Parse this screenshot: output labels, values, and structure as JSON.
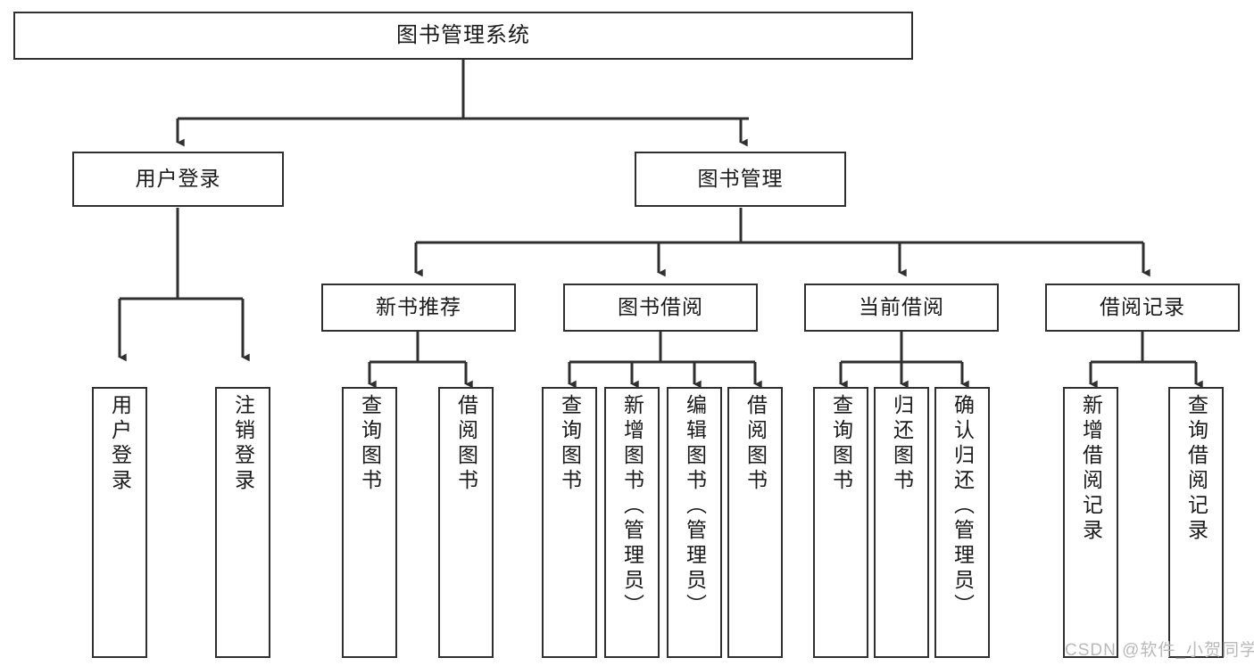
{
  "diagram": {
    "type": "tree-hierarchy-chart",
    "title": "图书管理系统",
    "levels": {
      "root": {
        "label": "图书管理系统"
      },
      "level2": [
        {
          "id": "user-login",
          "label": "用户登录"
        },
        {
          "id": "book-management",
          "label": "图书管理"
        }
      ],
      "level3": [
        {
          "id": "new-book-recommend",
          "label": "新书推荐",
          "parent": "book-management"
        },
        {
          "id": "book-borrow",
          "label": "图书借阅",
          "parent": "book-management"
        },
        {
          "id": "current-borrow",
          "label": "当前借阅",
          "parent": "book-management"
        },
        {
          "id": "borrow-record",
          "label": "借阅记录",
          "parent": "book-management"
        }
      ],
      "leaves": [
        {
          "id": "leaf-user-login",
          "label": "用户登录",
          "parent": "user-login"
        },
        {
          "id": "leaf-logout-login",
          "label": "注销登录",
          "parent": "user-login"
        },
        {
          "id": "leaf-query-book-1",
          "label": "查询图书",
          "parent": "new-book-recommend"
        },
        {
          "id": "leaf-borrow-book-1",
          "label": "借阅图书",
          "parent": "new-book-recommend"
        },
        {
          "id": "leaf-query-book-2",
          "label": "查询图书",
          "parent": "book-borrow"
        },
        {
          "id": "leaf-add-book",
          "label": "新增图书（管理员）",
          "parent": "book-borrow"
        },
        {
          "id": "leaf-edit-book",
          "label": "编辑图书（管理员）",
          "parent": "book-borrow"
        },
        {
          "id": "leaf-borrow-book-2",
          "label": "借阅图书",
          "parent": "book-borrow"
        },
        {
          "id": "leaf-query-book-3",
          "label": "查询图书",
          "parent": "current-borrow"
        },
        {
          "id": "leaf-return-book",
          "label": "归还图书",
          "parent": "current-borrow"
        },
        {
          "id": "leaf-confirm-return",
          "label": "确认归还（管理员）",
          "parent": "current-borrow"
        },
        {
          "id": "leaf-add-record",
          "label": "新增借阅记录",
          "parent": "borrow-record"
        },
        {
          "id": "leaf-query-record",
          "label": "查询借阅记录",
          "parent": "borrow-record"
        }
      ]
    },
    "colors": {
      "box_border": "#2f2f2f",
      "box_fill": "#ffffff",
      "connector": "#2f2f2f",
      "text": "#1a1a1a",
      "watermark": "#b9b9b9",
      "background": "#ffffff"
    }
  },
  "watermark": {
    "text": "CSDN @软件_小贺同学"
  }
}
